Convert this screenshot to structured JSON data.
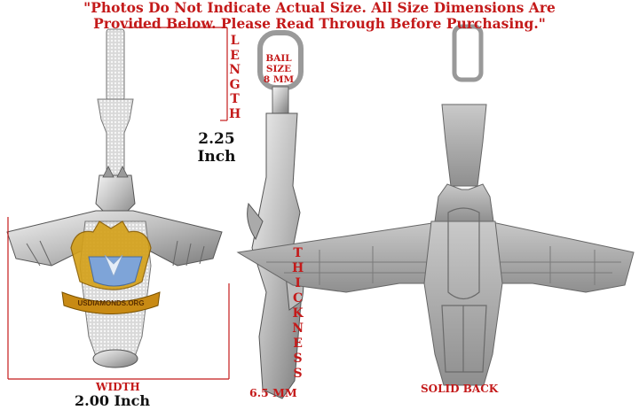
{
  "notice": {
    "line1": "\"Photos Do Not Indicate Actual Size. All Size Dimensions Are",
    "line2": "Provided Below. Please Read Through Before Purchasing.\""
  },
  "length": {
    "letters": [
      "L",
      "E",
      "N",
      "G",
      "T",
      "H"
    ],
    "value": "2.25",
    "unit": "Inch"
  },
  "width": {
    "label": "WIDTH",
    "value": "2.00 Inch"
  },
  "bail": {
    "line1": "BAIL",
    "line2": "SIZE",
    "line3": "8 MM"
  },
  "thickness": {
    "letters": [
      "T",
      "H",
      "I",
      "C",
      "K",
      "N",
      "E",
      "S",
      "S"
    ],
    "value": "6.5 MM"
  },
  "back": {
    "label": "SOLID BACK"
  },
  "watermark": "USDIAMONDS.ORG",
  "colors": {
    "accent_red": "#c41a1a",
    "silver": "#c8c8c8",
    "gold": "#d4a017",
    "back_gray": "#a8a8a8"
  }
}
